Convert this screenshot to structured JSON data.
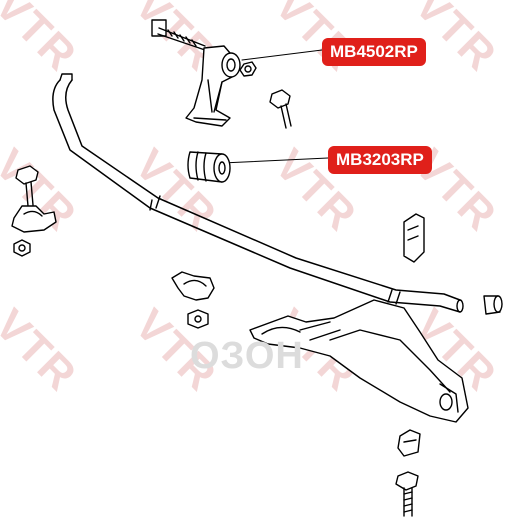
{
  "watermark": {
    "text": "VTR",
    "color": "#f3d6d6"
  },
  "labels": [
    {
      "part_number": "MB4502RP",
      "color": "#e0201a"
    },
    {
      "part_number": "MB3203RP",
      "color": "#e0201a"
    }
  ],
  "overlay": {
    "text": "ОЗОН"
  }
}
